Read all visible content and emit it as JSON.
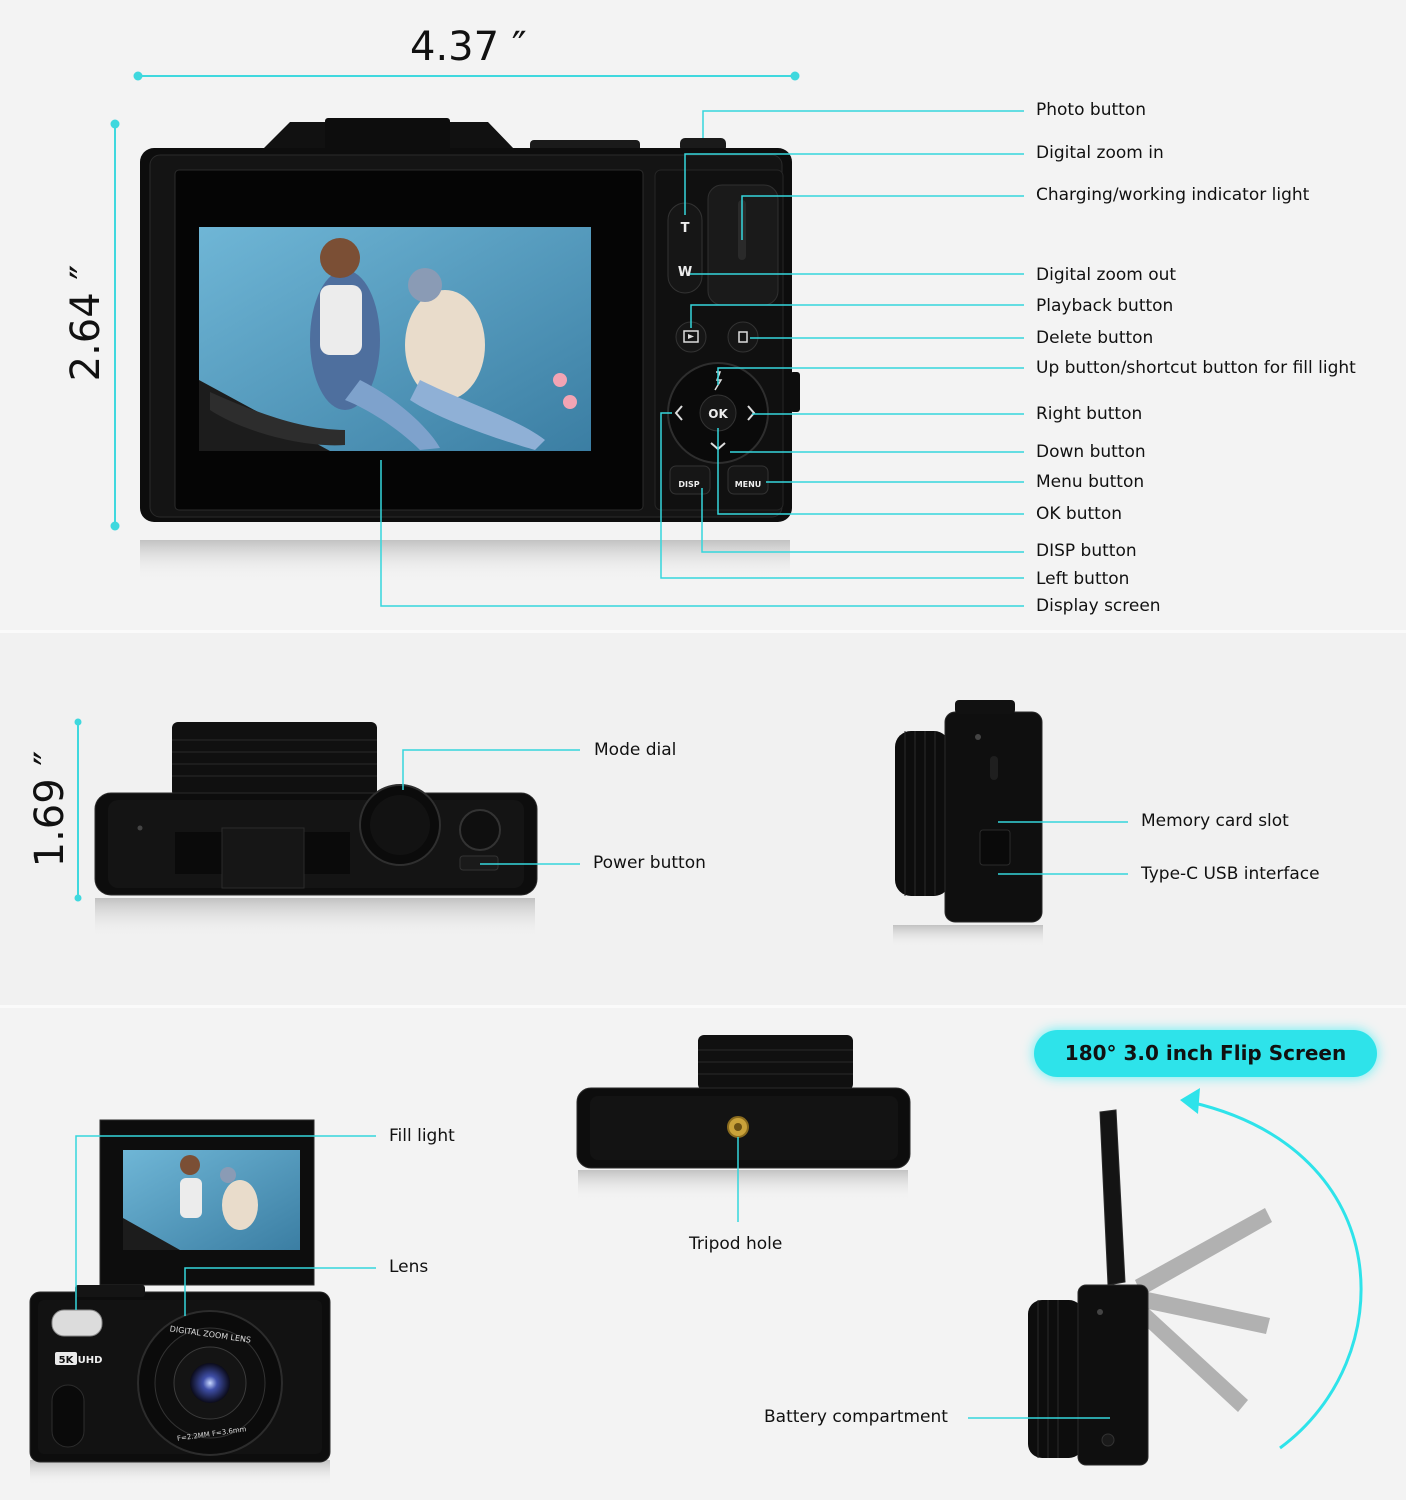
{
  "dimensions": {
    "width": "4.37 ″",
    "height": "2.64 ″",
    "depth": "1.69 ″"
  },
  "back_view_labels": [
    "Photo button",
    "Digital zoom in",
    "Charging/working indicator light",
    "Digital zoom out",
    "Playback button",
    "Delete button",
    "Up button/shortcut button for fill light",
    "Right button",
    "Down button",
    "Menu button",
    "OK button",
    "DISP button",
    "Left button",
    "Display screen"
  ],
  "top_view_labels": {
    "mode_dial": "Mode dial",
    "power_button": "Power button"
  },
  "side_view_labels": {
    "memory_card_slot": "Memory card slot",
    "usb": "Type-C USB interface"
  },
  "front_view_labels": {
    "fill_light": "Fill light",
    "lens": "Lens"
  },
  "bottom_view_labels": {
    "tripod": "Tripod hole"
  },
  "flip_view": {
    "badge": "180° 3.0 inch Flip Screen",
    "battery": "Battery compartment"
  },
  "camera_markings": {
    "t_button": "T",
    "w_button": "W",
    "ok_button": "OK",
    "disp_button": "DISP",
    "menu_button": "MENU",
    "resolution_badge": "5K",
    "uhd_badge": "UHD",
    "lens_ring": "DIGITAL ZOOM LENS",
    "lens_spec": "F=2.2MM F=3.6mm"
  },
  "colors": {
    "accent": "#35d6dc",
    "badge": "#2ee3ea",
    "camera_body": "#0d0d0d",
    "background": "#f3f3f3"
  }
}
